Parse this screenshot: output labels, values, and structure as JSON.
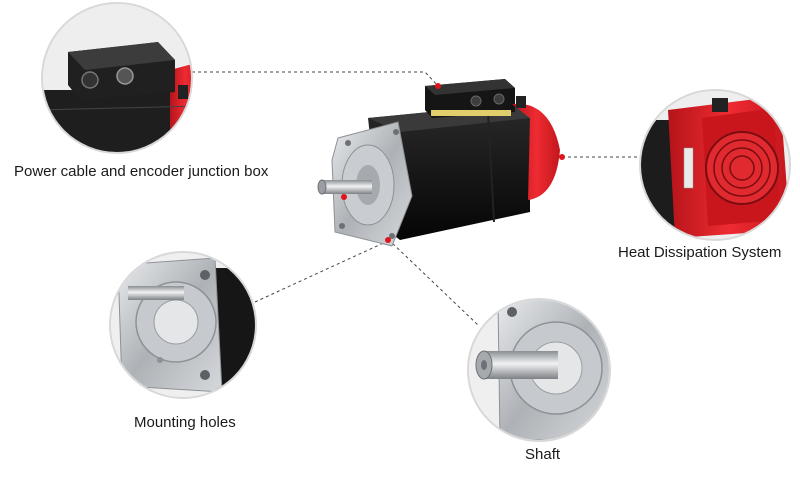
{
  "callouts": {
    "junction_box": "Power cable and encoder junction box",
    "heat": "Heat Dissipation System",
    "mounting": "Mounting holes",
    "shaft": "Shaft"
  },
  "colors": {
    "motor_body": "#0d0d0d",
    "fan_housing": "#e3222a",
    "flange": "#b9bcc0",
    "marker_red": "#e0141e",
    "leader_line": "#444444"
  },
  "icons": [
    "servo-motor",
    "junction-box",
    "cooling-fan",
    "mounting-flange",
    "output-shaft"
  ]
}
